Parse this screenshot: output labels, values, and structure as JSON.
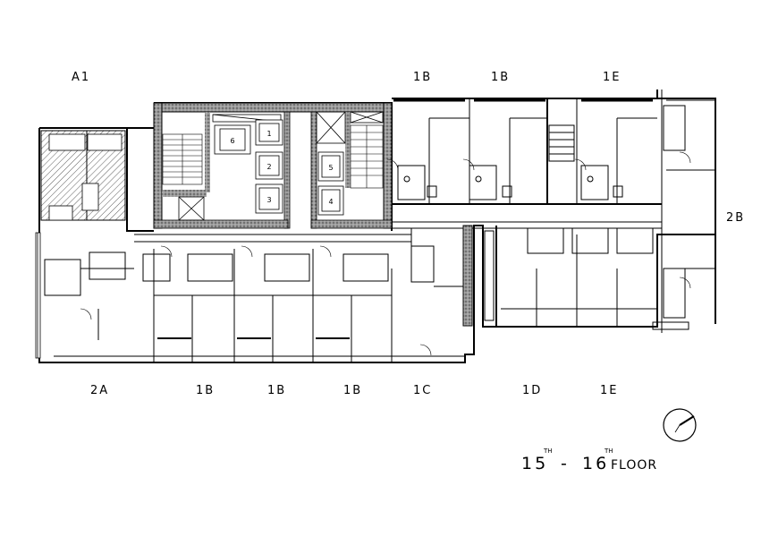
{
  "units": {
    "a1": "A1",
    "top_1b_left": "1B",
    "top_1b_right": "1B",
    "top_1e": "1E",
    "right_2b": "2B",
    "bottom_2a": "2A",
    "bottom_1b_1": "1B",
    "bottom_1b_2": "1B",
    "bottom_1b_3": "1B",
    "bottom_1c": "1C",
    "bottom_1d": "1D",
    "bottom_1e": "1E"
  },
  "lifts": [
    "6",
    "1",
    "2",
    "3",
    "5",
    "4"
  ],
  "floor": {
    "start": "15",
    "start_sup": "TH",
    "dash": "-",
    "end": "16",
    "end_sup": "TH",
    "word": "FLOOR"
  }
}
